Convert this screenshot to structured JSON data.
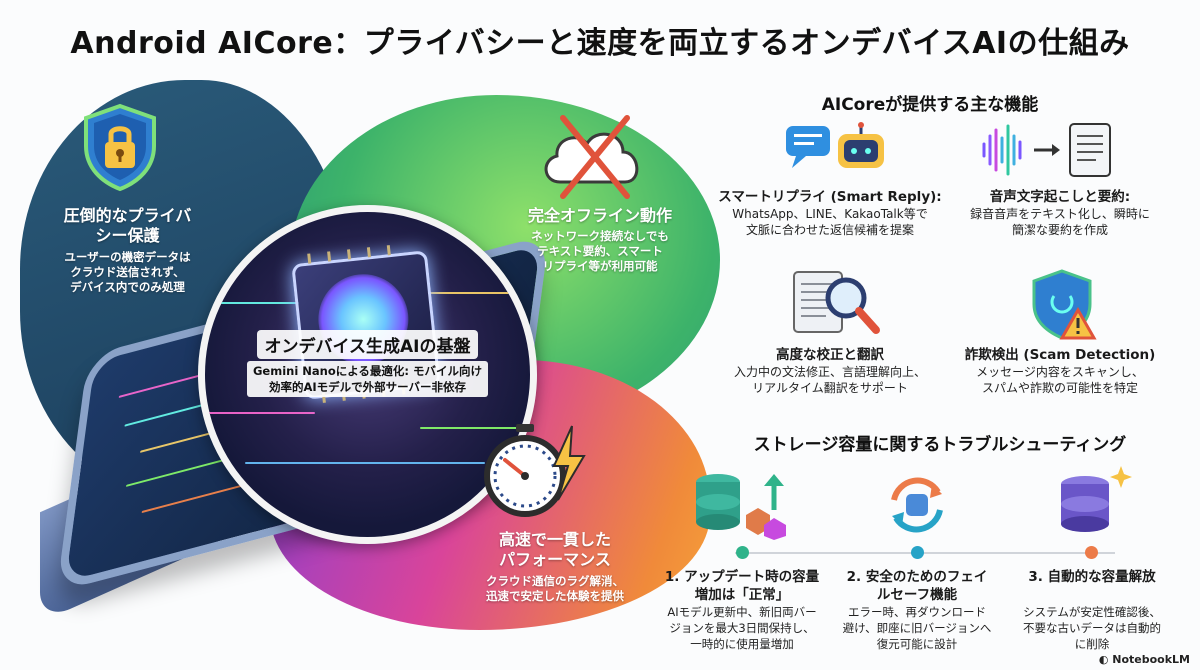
{
  "title": "Android AICore：プライバシーと速度を両立するオンデバイスAIの仕組み",
  "left": {
    "privacy": {
      "heading_1": "圧倒的なプライバ",
      "heading_2": "シー保護",
      "desc_1": "ユーザーの機密データは",
      "desc_2": "クラウド送信されず、",
      "desc_3": "デバイス内でのみ処理",
      "icon": "lock-shield-icon"
    },
    "offline": {
      "heading": "完全オフライン動作",
      "desc_1": "ネットワーク接続なしでも",
      "desc_2": "テキスト要約、スマート",
      "desc_3": "リプライ等が利用可能",
      "icon": "cloud-crossed-icon"
    },
    "core": {
      "heading": "オンデバイス生成AIの基盤",
      "desc_1": "Gemini Nanoによる最適化: モバイル向け",
      "desc_2": "効率的AIモデルで外部サーバー非依存"
    },
    "speed": {
      "heading_1": "高速で一貫した",
      "heading_2": "パフォーマンス",
      "desc_1": "クラウド通信のラグ解消、",
      "desc_2": "迅速で安定した体験を提供",
      "icon": "stopwatch-lightning-icon"
    }
  },
  "features": {
    "heading": "AICoreが提供する主な機能",
    "items": [
      {
        "title": "スマートリプライ (Smart Reply):",
        "desc_1": "WhatsApp、LINE、KakaoTalk等で",
        "desc_2": "文脈に合わせた返信候補を提案",
        "icon": "chat-bot-icon"
      },
      {
        "title": "音声文字起こしと要約:",
        "desc_1": "録音音声をテキスト化し、瞬時に",
        "desc_2": "簡潔な要約を作成",
        "icon": "waveform-to-document-icon"
      },
      {
        "title": "高度な校正と翻訳",
        "desc_1": "入力中の文法修正、言語理解向上、",
        "desc_2": "リアルタイム翻訳をサポート",
        "icon": "magnifier-document-icon"
      },
      {
        "title": "詐欺検出 (Scam Detection)",
        "desc_1": "メッセージ内容をスキャンし、",
        "desc_2": "スパムや詐欺の可能性を特定",
        "icon": "shield-warning-icon"
      }
    ]
  },
  "storage": {
    "heading": "ストレージ容量に関するトラブルシューティング",
    "steps": [
      {
        "title_1": "1. アップデート時の容量",
        "title_2": "増加は「正常」",
        "desc_1": "AIモデル更新中、新旧両バー",
        "desc_2": "ジョンを最大3日間保持し、",
        "desc_3": "一時的に使用量増加",
        "icon": "database-upgrade-icon",
        "color": "#2fb38a"
      },
      {
        "title_1": "2. 安全のためのフェイ",
        "title_2": "ルセーフ機能",
        "desc_1": "エラー時、再ダウンロード",
        "desc_2": "避け、即座に旧バージョンへ",
        "desc_3": "復元可能に設計",
        "icon": "sync-failsafe-icon",
        "color": "#27a3c7"
      },
      {
        "title_1": "3. 自動的な容量解放",
        "title_2": "",
        "desc_1": "システムが安定性確認後、",
        "desc_2": "不要な古いデータは自動的",
        "desc_3": "に削除",
        "icon": "database-sparkle-icon",
        "color": "#ec7b49"
      }
    ]
  },
  "brand": "NotebookLM"
}
